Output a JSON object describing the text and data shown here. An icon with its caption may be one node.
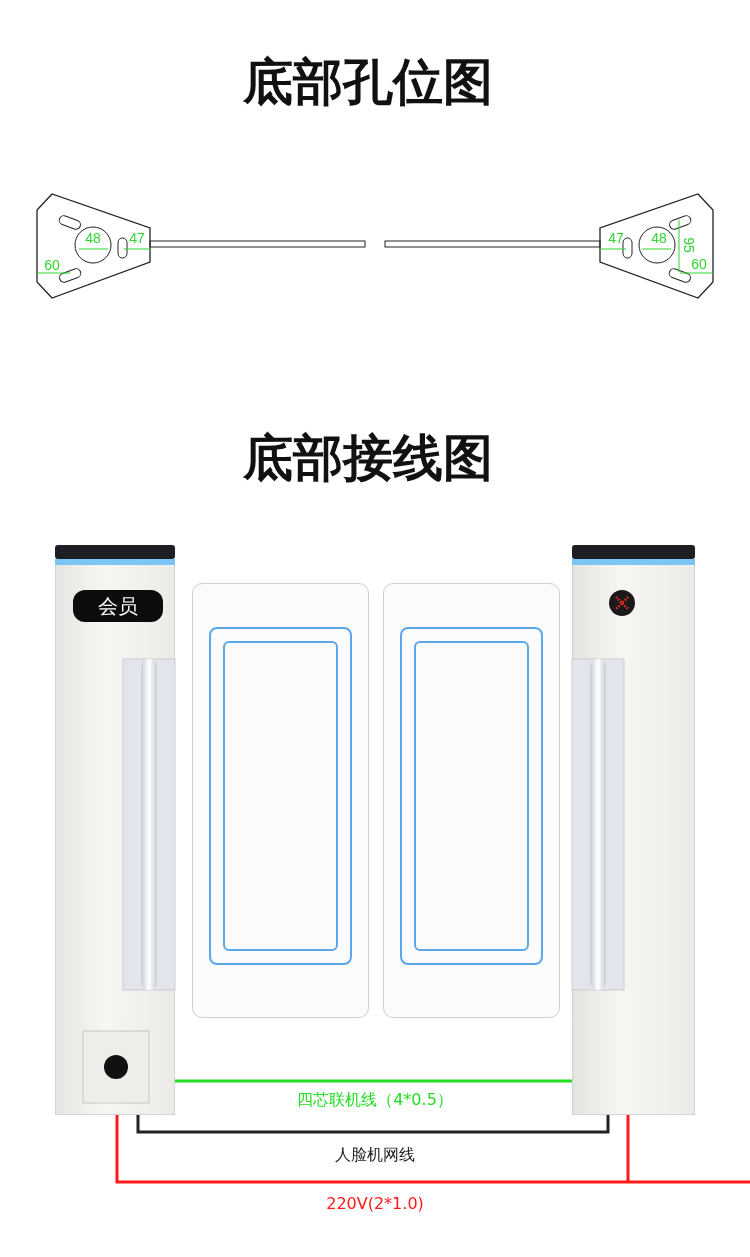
{
  "diagram": {
    "nodes": [
      {
        "text": [],
        "shape": "picture"
      },
      {
        "text": [],
        "shape": "picture"
      }
    ],
    "edges": [
      {
        "from": 0,
        "to": 1,
        "arrow": "none",
        "label": "四芯联机线（4*0.5）",
        "color": "#22dd22"
      },
      {
        "from": 0,
        "to": 1,
        "arrow": "none",
        "label": "人脸机网线",
        "color": "#222222"
      },
      {
        "from": 0,
        "to": null,
        "arrow": "none",
        "label": "220V(2*1.0)",
        "color": "#ff1a1a"
      },
      {
        "from": 1,
        "to": null,
        "arrow": "none",
        "color": "#ff1a1a"
      }
    ],
    "labels": [
      "底部孔位图",
      "48",
      "47",
      "60",
      "47",
      "48",
      "95",
      "60",
      "底部接线图",
      "会员"
    ]
  }
}
